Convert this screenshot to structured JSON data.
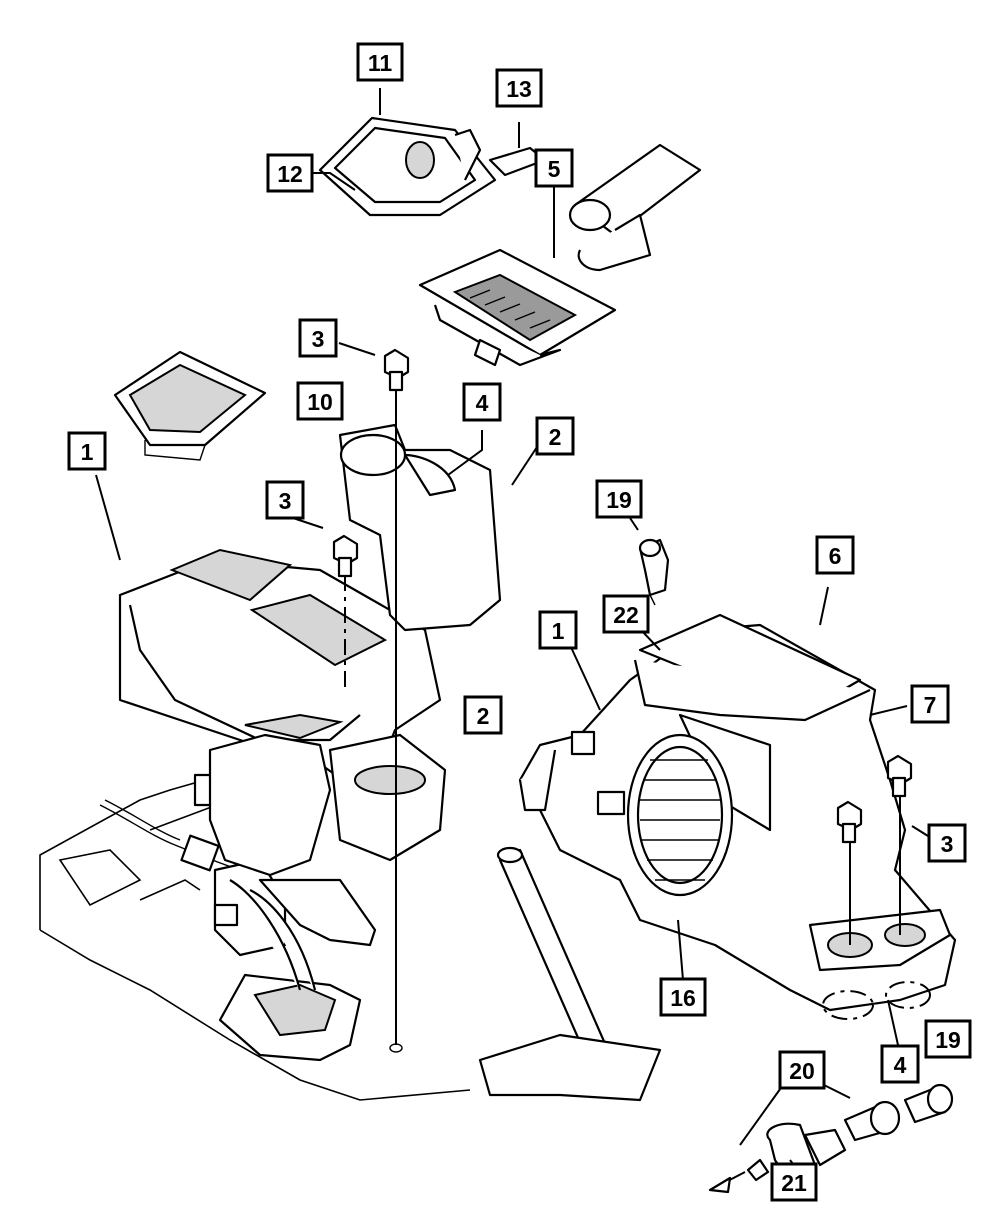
{
  "callouts": [
    {
      "id": "c11",
      "label": "11"
    },
    {
      "id": "c13",
      "label": "13"
    },
    {
      "id": "c12",
      "label": "12"
    },
    {
      "id": "c5",
      "label": "5"
    },
    {
      "id": "c3a",
      "label": "3"
    },
    {
      "id": "c10",
      "label": "10"
    },
    {
      "id": "c4a",
      "label": "4"
    },
    {
      "id": "c2a",
      "label": "2"
    },
    {
      "id": "c1a",
      "label": "1"
    },
    {
      "id": "c19a",
      "label": "19"
    },
    {
      "id": "c3b",
      "label": "3"
    },
    {
      "id": "c6",
      "label": "6"
    },
    {
      "id": "c22",
      "label": "22"
    },
    {
      "id": "c1b",
      "label": "1"
    },
    {
      "id": "c2b",
      "label": "2"
    },
    {
      "id": "c7",
      "label": "7"
    },
    {
      "id": "c3c",
      "label": "3"
    },
    {
      "id": "c16",
      "label": "16"
    },
    {
      "id": "c19b",
      "label": "19"
    },
    {
      "id": "c4b",
      "label": "4"
    },
    {
      "id": "c20",
      "label": "20"
    },
    {
      "id": "c21",
      "label": "21"
    }
  ]
}
